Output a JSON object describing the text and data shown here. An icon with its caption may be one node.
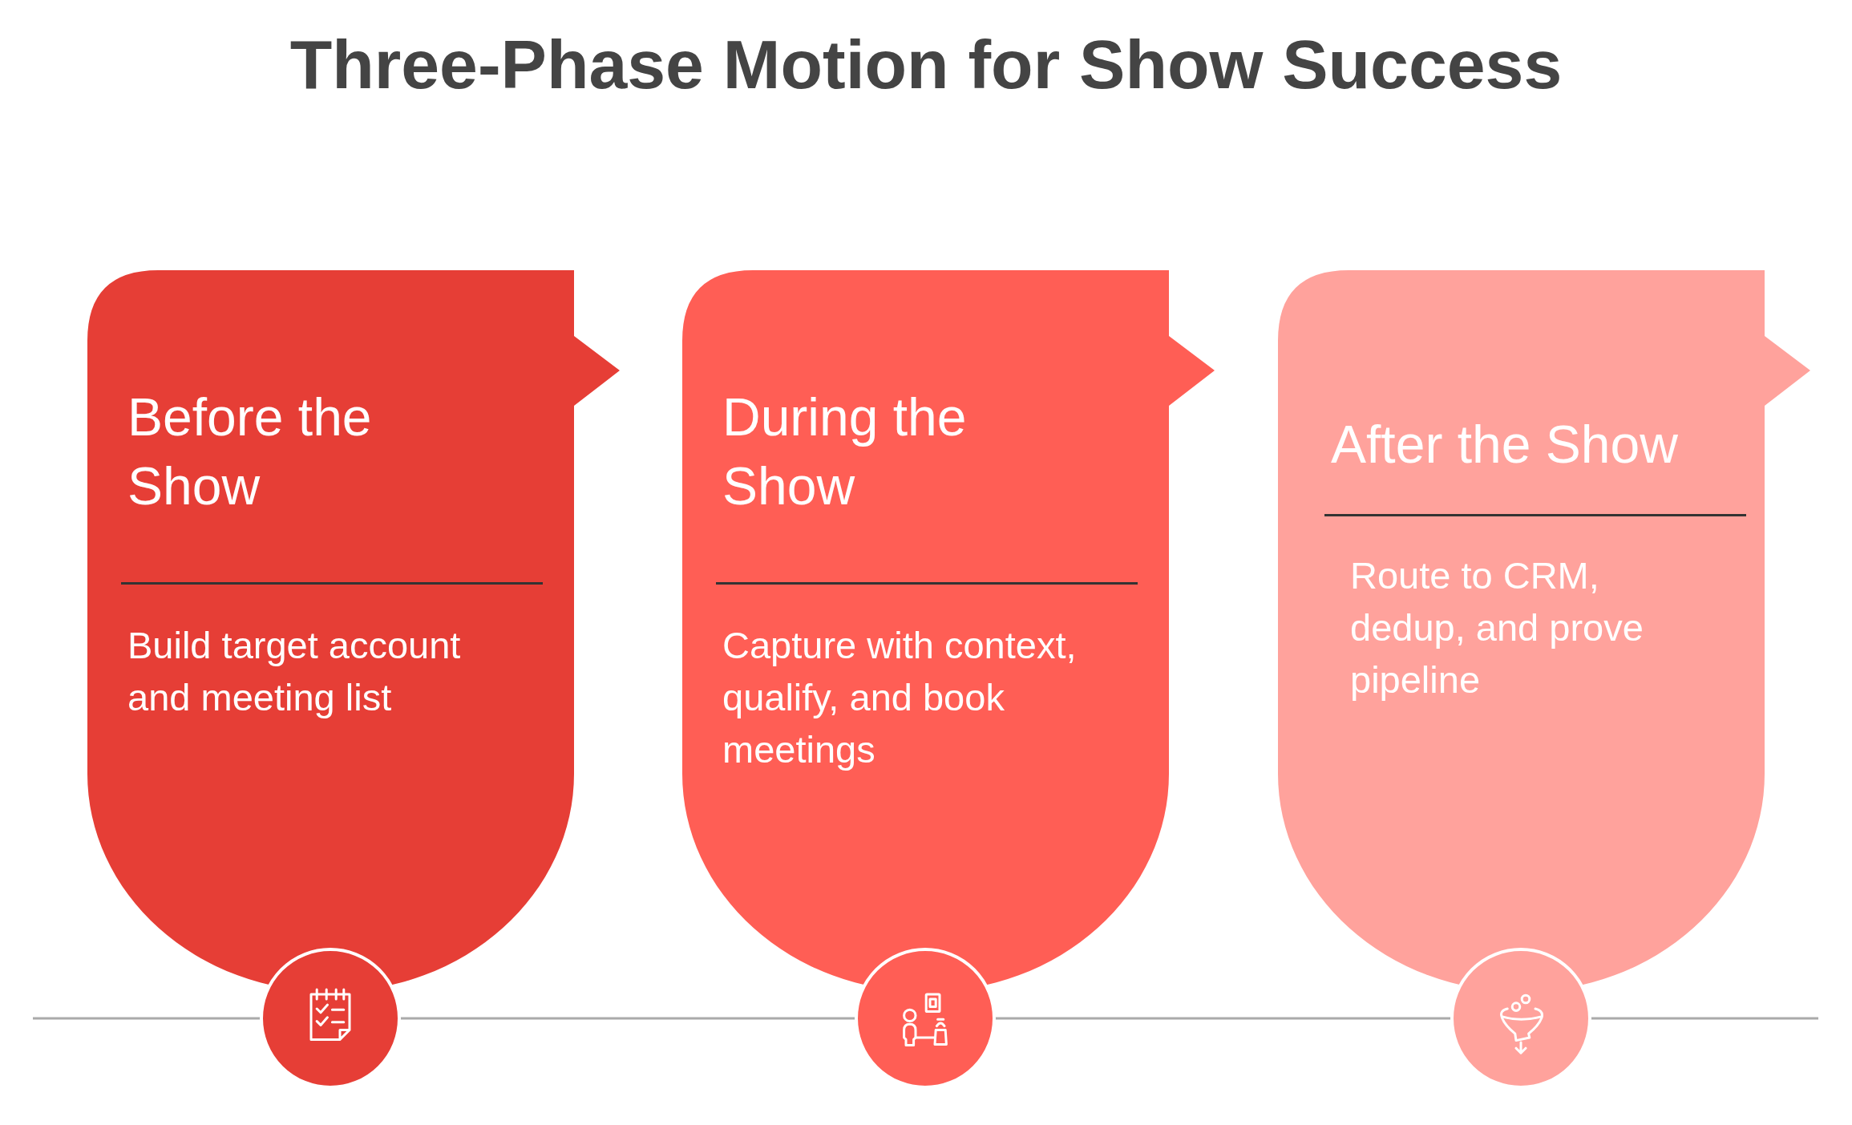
{
  "diagram": {
    "title": "Three-Phase Motion for Show Success",
    "nodes": [
      {
        "text": [
          "Before the Show",
          "Build target account and meeting list"
        ]
      },
      {
        "text": [
          "During the Show",
          "Capture with context, qualify, and book meetings"
        ]
      },
      {
        "text": [
          "After the Show",
          "Route to CRM, dedup, and prove pipeline"
        ]
      }
    ],
    "edges": []
  }
}
